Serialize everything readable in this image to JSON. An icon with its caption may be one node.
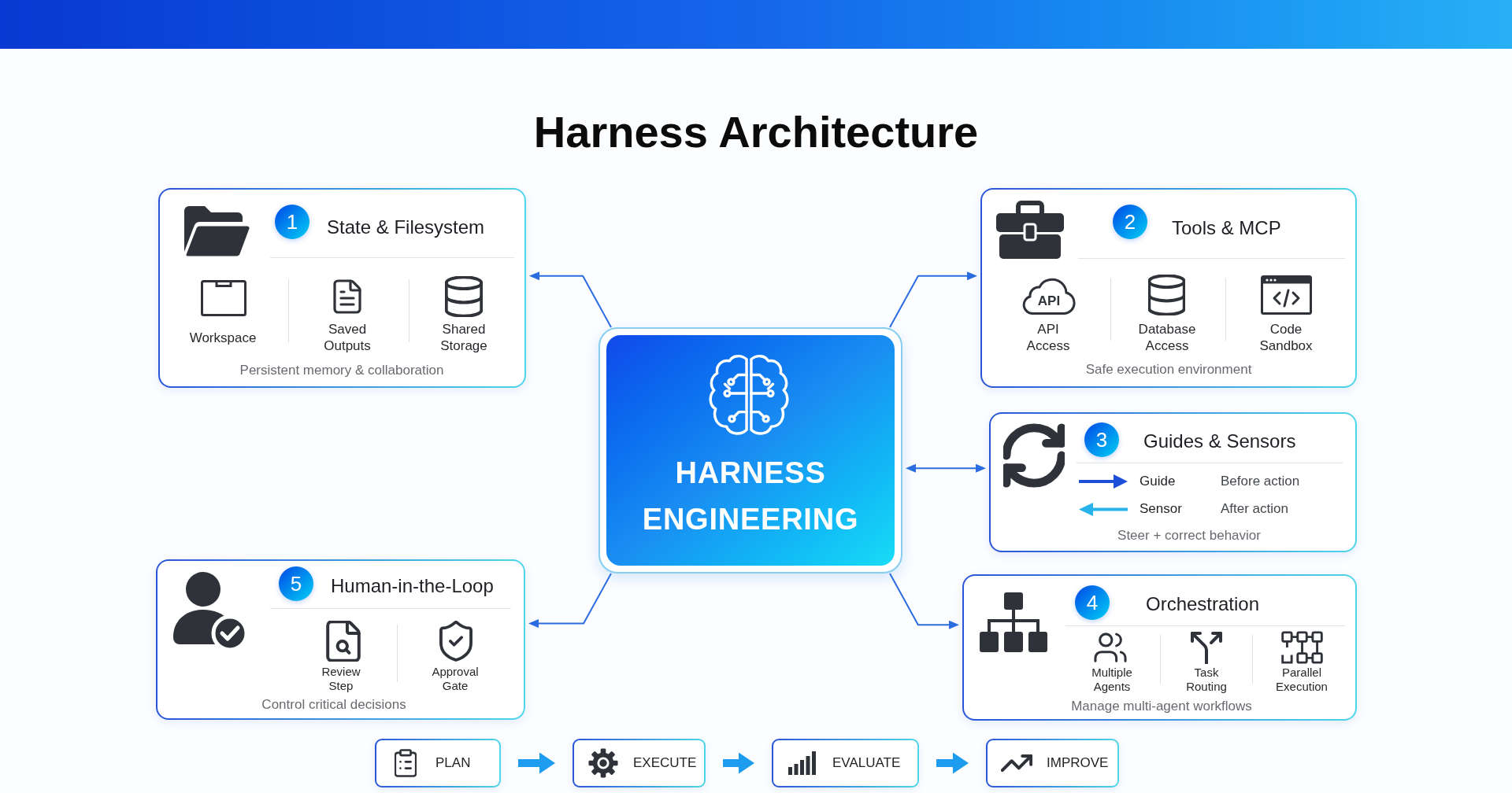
{
  "diagram": {
    "title": "Harness Architecture",
    "nodes": [
      {
        "text": [
          "State & Filesystem",
          "Workspace",
          "Saved Outputs",
          "Shared Storage",
          "Persistent memory & collaboration"
        ]
      },
      {
        "text": [
          "1"
        ],
        "in": 0
      },
      {
        "text": [
          "Tools & MCP",
          "API Access",
          "Database Access",
          "Code Sandbox",
          "Safe execution environment"
        ]
      },
      {
        "text": [
          "2"
        ],
        "in": 2
      },
      {
        "text": [
          "API"
        ],
        "in": 2
      },
      {
        "text": [
          "HARNESS ENGINEERING"
        ]
      },
      {
        "text": [
          "Guides & Sensors",
          "Guide",
          "Before action",
          "Sensor",
          "After action",
          "Steer + correct behavior"
        ]
      },
      {
        "text": [
          "3"
        ],
        "in": 6
      },
      {
        "text": [
          "Human-in-the-Loop",
          "Review Step",
          "Approval Gate",
          "Control critical decisions"
        ]
      },
      {
        "text": [
          "5"
        ],
        "in": 8
      },
      {
        "text": [
          "Orchestration",
          "Multiple Agents",
          "Task Routing",
          "Parallel Execution",
          "Manage multi-agent workflows"
        ]
      },
      {
        "text": [
          "4"
        ],
        "in": 10
      },
      {
        "text": [
          "PLAN"
        ]
      },
      {
        "text": [
          "EXECUTE"
        ]
      },
      {
        "text": [
          "EVALUATE"
        ]
      },
      {
        "text": [
          "IMPROVE"
        ]
      }
    ],
    "edges": [
      {
        "from": 5,
        "to": 0,
        "arrow": "to"
      },
      {
        "from": 5,
        "to": 2,
        "arrow": "to"
      },
      {
        "from": 5,
        "to": 6,
        "arrow": "both"
      },
      {
        "from": 5,
        "to": 8,
        "arrow": "to"
      },
      {
        "from": 5,
        "to": 10,
        "arrow": "to"
      },
      {
        "from": 12,
        "to": 13,
        "arrow": "to",
        "style": "thick",
        "color": "#1e9cf0"
      },
      {
        "from": 13,
        "to": 14,
        "arrow": "to",
        "style": "thick",
        "color": "#1e9cf0"
      },
      {
        "from": 14,
        "to": 15,
        "arrow": "to",
        "style": "thick",
        "color": "#1e9cf0"
      }
    ]
  }
}
